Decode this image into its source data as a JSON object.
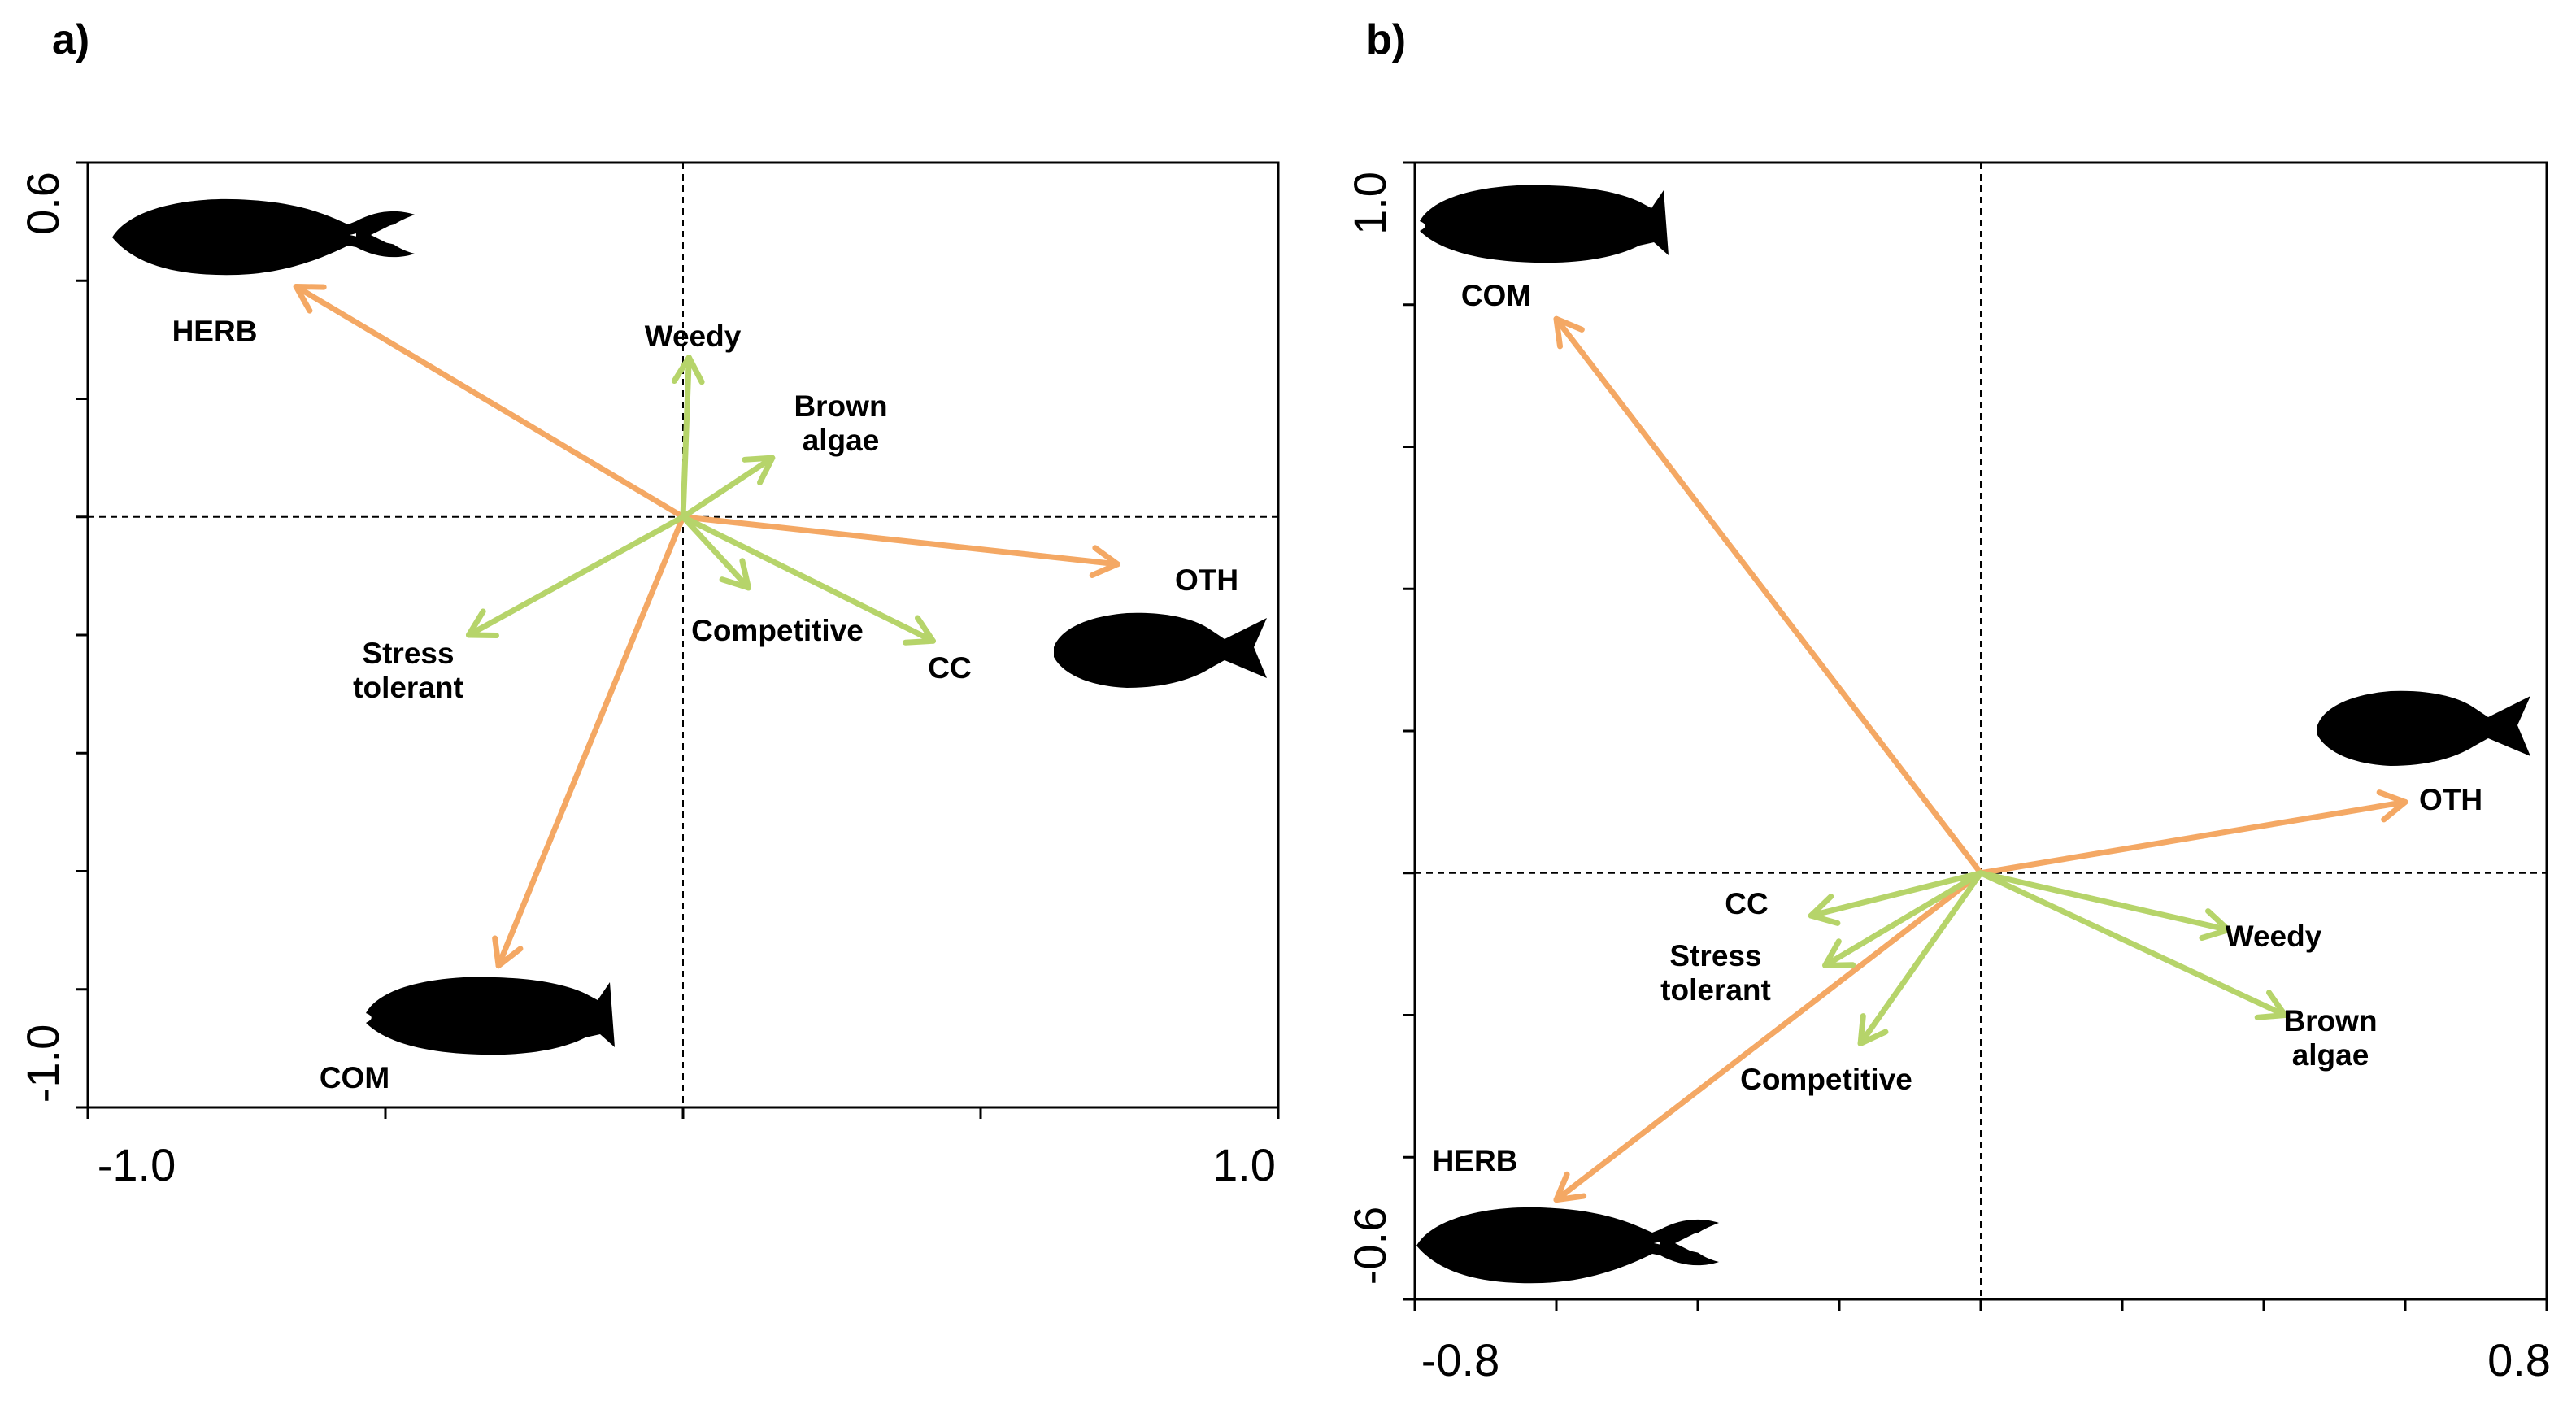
{
  "colors": {
    "fish_group_arrow": "#f4a864",
    "trait_arrow": "#b6d46a",
    "axes": "#000000",
    "fish_silhouette": "#000000"
  },
  "chart_data": [
    {
      "type": "scatter",
      "subtype": "biplot",
      "panel_label": "a)",
      "xlim": [
        -1.0,
        1.0
      ],
      "ylim": [
        -1.0,
        0.6
      ],
      "x_tick_labels": [
        "-1.0",
        "1.0"
      ],
      "y_tick_labels": [
        "0.6",
        "-1.0"
      ],
      "minor_x_ticks": [
        -1.0,
        -0.5,
        0.0,
        0.5,
        1.0
      ],
      "minor_y_ticks": [
        -1.0,
        -0.8,
        -0.6,
        -0.4,
        -0.2,
        0.0,
        0.2,
        0.4,
        0.6
      ],
      "grid": false,
      "zero_lines": true,
      "fish_groups": [
        {
          "label": "HERB",
          "x": -0.65,
          "y": 0.39,
          "icon": "surgeonfish-silhouette"
        },
        {
          "label": "OTH",
          "x": 0.73,
          "y": -0.08,
          "icon": "damselfish-silhouette"
        },
        {
          "label": "COM",
          "x": -0.31,
          "y": -0.76,
          "icon": "grouper-silhouette"
        }
      ],
      "traits": [
        {
          "label": "Weedy",
          "x": 0.01,
          "y": 0.27
        },
        {
          "label": "Brown algae",
          "x": 0.15,
          "y": 0.1
        },
        {
          "label": "Competitive",
          "x": 0.11,
          "y": -0.12
        },
        {
          "label": "CC",
          "x": 0.42,
          "y": -0.21
        },
        {
          "label": "Stress tolerant",
          "x": -0.36,
          "y": -0.2
        }
      ]
    },
    {
      "type": "scatter",
      "subtype": "biplot",
      "panel_label": "b)",
      "xlim": [
        -0.8,
        0.8
      ],
      "ylim": [
        -0.6,
        1.0
      ],
      "x_tick_labels": [
        "-0.8",
        "0.8"
      ],
      "y_tick_labels": [
        "1.0",
        "-0.6"
      ],
      "minor_x_ticks": [
        -0.8,
        -0.6,
        -0.4,
        -0.2,
        0.0,
        0.2,
        0.4,
        0.6,
        0.8
      ],
      "minor_y_ticks": [
        -0.6,
        -0.4,
        -0.2,
        0.0,
        0.2,
        0.4,
        0.6,
        0.8,
        1.0
      ],
      "grid": false,
      "zero_lines": true,
      "fish_groups": [
        {
          "label": "COM",
          "x": -0.6,
          "y": 0.78,
          "icon": "grouper-silhouette"
        },
        {
          "label": "OTH",
          "x": 0.6,
          "y": 0.1,
          "icon": "damselfish-silhouette"
        },
        {
          "label": "HERB",
          "x": -0.6,
          "y": -0.46,
          "icon": "surgeonfish-silhouette"
        }
      ],
      "traits": [
        {
          "label": "CC",
          "x": -0.24,
          "y": -0.06
        },
        {
          "label": "Stress tolerant",
          "x": -0.22,
          "y": -0.13
        },
        {
          "label": "Competitive",
          "x": -0.17,
          "y": -0.24
        },
        {
          "label": "Weedy",
          "x": 0.35,
          "y": -0.08
        },
        {
          "label": "Brown algae",
          "x": 0.43,
          "y": -0.2
        }
      ]
    }
  ]
}
